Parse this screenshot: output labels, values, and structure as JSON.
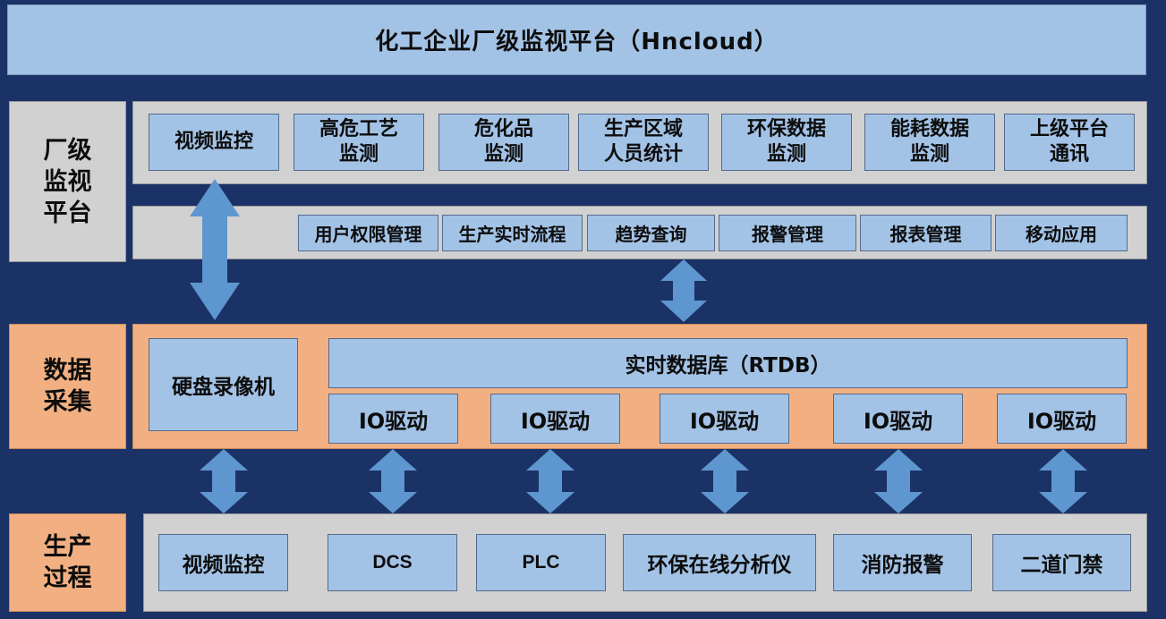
{
  "title": "化工企业厂级监视平台（Hncloud）",
  "layers": {
    "platform": {
      "label": "厂级\n监视\n平台",
      "modules": [
        "视频监控",
        "高危工艺\n监测",
        "危化品\n监测",
        "生产区域\n人员统计",
        "环保数据\n监测",
        "能耗数据\n监测",
        "上级平台\n通讯"
      ],
      "functions": [
        "用户权限管理",
        "生产实时流程",
        "趋势查询",
        "报警管理",
        "报表管理",
        "移动应用"
      ]
    },
    "collection": {
      "label": "数据\n采集",
      "nvr": "硬盘录像机",
      "rtdb": "实时数据库（RTDB）",
      "drivers": [
        "IO驱动",
        "IO驱动",
        "IO驱动",
        "IO驱动",
        "IO驱动"
      ]
    },
    "process": {
      "label": "生产\n过程",
      "items": [
        "视频监控",
        "DCS",
        "PLC",
        "环保在线分析仪",
        "消防报警",
        "二道门禁"
      ]
    }
  },
  "colors": {
    "background": "#1b3266",
    "blue_box": "#a3c3e6",
    "gray_panel": "#d1d1d1",
    "orange_panel": "#f2b082",
    "arrow": "#5e96cf"
  }
}
